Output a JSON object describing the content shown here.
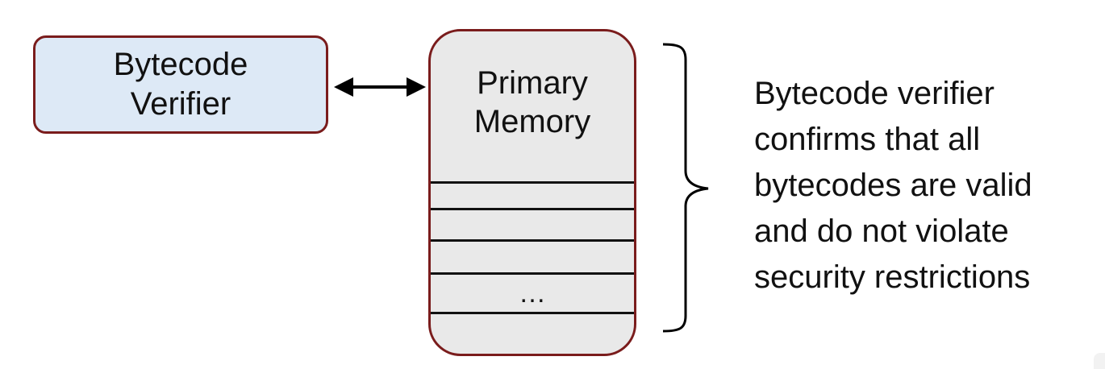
{
  "verifier": {
    "line1": "Bytecode",
    "line2": "Verifier"
  },
  "memory": {
    "line1": "Primary",
    "line2": "Memory",
    "ellipsis": "…"
  },
  "description": {
    "lines": [
      "Bytecode verifier",
      "confirms that all",
      "bytecodes are valid",
      "and do not violate",
      "security restrictions"
    ]
  },
  "colors": {
    "box_border": "#7a1c1c",
    "verifier_fill": "#dde9f6",
    "memory_fill": "#e9e9e9"
  }
}
